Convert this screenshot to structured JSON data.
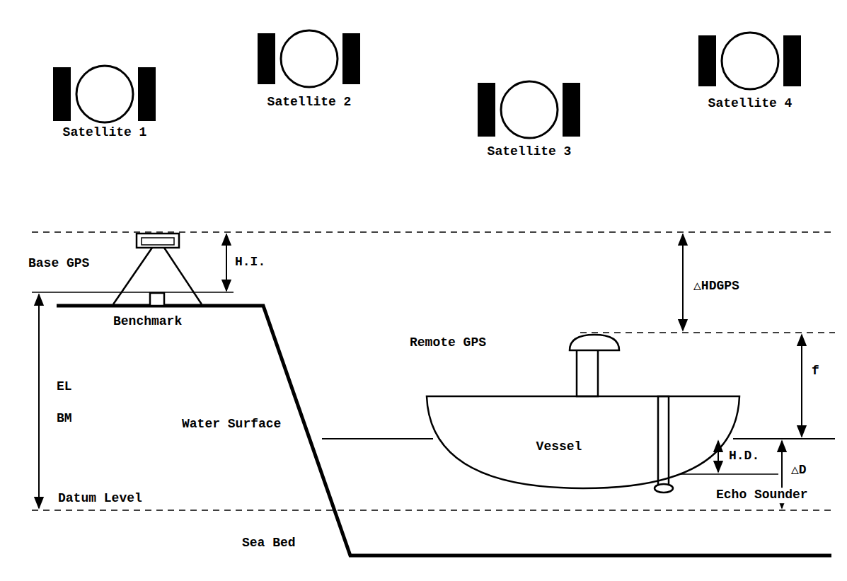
{
  "diagram": {
    "nodes": [
      {
        "text": [
          "Vessel"
        ]
      }
    ],
    "labels": [
      "Satellite 1",
      "Satellite 2",
      "Satellite 3",
      "Satellite 4",
      "Base GPS",
      "H.I.",
      "△HDGPS",
      "Benchmark",
      "Remote GPS",
      "f",
      "EL",
      "BM",
      "Water Surface",
      "H.D.",
      "△D",
      "Echo Sounder",
      "Datum Level",
      "Sea Bed"
    ]
  }
}
